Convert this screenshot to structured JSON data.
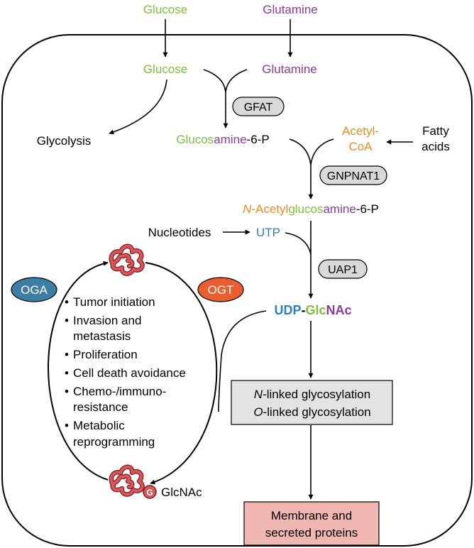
{
  "inputs": {
    "glucose_outside": "Glucose",
    "glutamine_outside": "Glutamine",
    "glucose_inside": "Glucose",
    "glutamine_inside": "Glutamine",
    "fatty_acids_line1": "Fatty",
    "fatty_acids_line2": "acids",
    "nucleotides": "Nucleotides"
  },
  "pathway": {
    "glycolysis": "Glycolysis",
    "glucosamine_6p": {
      "part1": "Glucos",
      "part2": "amine",
      "part3": "-6-P"
    },
    "acetyl_coa_line1": "Acetyl-",
    "acetyl_coa_line2": "CoA",
    "n_acetyl_glucosamine_6p": {
      "part1": "N",
      "part2": "-Acetyl",
      "part3": "glucos",
      "part4": "amine",
      "part5": "-6-P"
    },
    "utp": "UTP",
    "udp_glcnac": {
      "part1": "UDP",
      "part2": "-",
      "part3": "Glc",
      "part4": "NAc"
    }
  },
  "enzymes": {
    "gfat": "GFAT",
    "gnpnat1": "GNPNAT1",
    "uap1": "UAP1",
    "oga": "OGA",
    "ogt": "OGT"
  },
  "cycle": {
    "effects": [
      "Tumor initiation",
      "Invasion and",
      "metastasis",
      "Proliferation",
      "Cell death avoidance",
      "Chemo-/immuno-",
      "resistance",
      "Metabolic",
      "reprogramming"
    ],
    "bullet": "•",
    "glcnac_tag_letter": "G",
    "glcnac_label": "GlcNAc"
  },
  "outputs": {
    "glycosylation_line1_italic": "N",
    "glycosylation_line1_rest": "-linked glycosylation",
    "glycosylation_line2_italic": "O",
    "glycosylation_line2_rest": "-linked glycosylation",
    "secreted_line1": "Membrane and",
    "secreted_line2": "secreted proteins"
  },
  "colors": {
    "glucose": "#7dbf3c",
    "glutamine": "#8e3a97",
    "acetyl": "#f0891f",
    "utp": "#2e7fbf",
    "protein": "#d9565a",
    "oga_fill": "#3f7ea4",
    "ogt_fill": "#e95d2f",
    "enzyme_fill": "#d9d9d9",
    "glyco_box_fill": "#e3e3e3",
    "secreted_box_fill": "#f0b7b2"
  }
}
